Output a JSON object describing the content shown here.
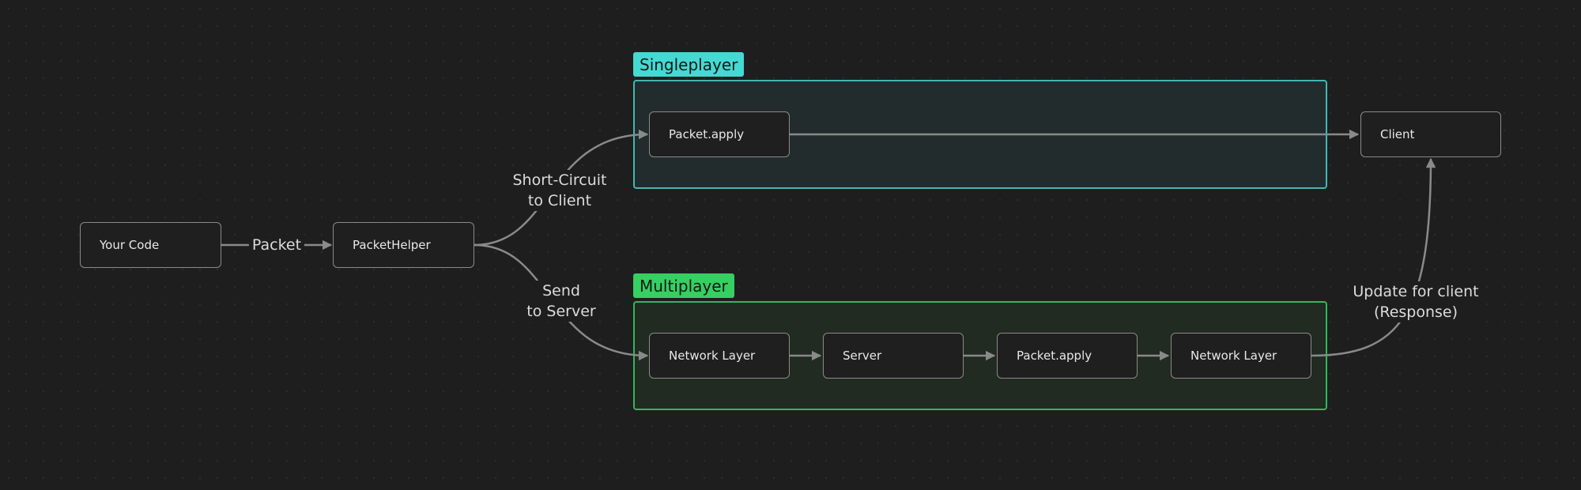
{
  "groups": {
    "singleplayer": {
      "label": "Singleplayer",
      "color": "#45d9d3"
    },
    "multiplayer": {
      "label": "Multiplayer",
      "color": "#36cf62"
    }
  },
  "nodes": {
    "your_code": "Your Code",
    "packet_helper": "PacketHelper",
    "single_packet_apply": "Packet.apply",
    "client": "Client",
    "network_layer_out": "Network Layer",
    "server": "Server",
    "multi_packet_apply": "Packet.apply",
    "network_layer_back": "Network Layer"
  },
  "edges": {
    "packet": "Packet",
    "short_circuit": "Short-Circuit\nto Client",
    "send_to_server": "Send\nto Server",
    "update_for_client": "Update for client\n(Response)"
  },
  "colors": {
    "edge": "#8a8a8a",
    "node_border": "#8a8a8a",
    "background": "#1e1e1e"
  }
}
